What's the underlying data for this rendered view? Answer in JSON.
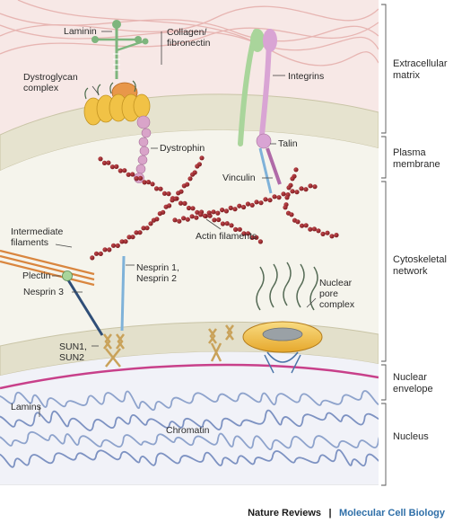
{
  "labels": {
    "laminin": "Laminin",
    "collagen_1": "Collagen/",
    "collagen_2": "fibronectin",
    "dystroglycan_1": "Dystroglycan",
    "dystroglycan_2": "complex",
    "integrins": "Integrins",
    "dystrophin": "Dystrophin",
    "talin": "Talin",
    "vinculin": "Vinculin",
    "intermediate_1": "Intermediate",
    "intermediate_2": "filaments",
    "actin": "Actin filaments",
    "plectin": "Plectin",
    "nesprin3": "Nesprin 3",
    "nesprin12_1": "Nesprin 1,",
    "nesprin12_2": "Nesprin 2",
    "nuclear_pore_1": "Nuclear",
    "nuclear_pore_2": "pore",
    "nuclear_pore_3": "complex",
    "sun_1": "SUN1,",
    "sun_2": "SUN2",
    "lamins": "Lamins",
    "chromatin": "Chromatin"
  },
  "regions": [
    {
      "line1": "Extracellular",
      "line2": "matrix"
    },
    {
      "line1": "Plasma",
      "line2": "membrane"
    },
    {
      "line1": "Cytoskeletal",
      "line2": "network"
    },
    {
      "line1": "Nuclear",
      "line2": "envelope"
    },
    {
      "line1": "Nucleus",
      "line2": ""
    }
  ],
  "credit": {
    "journal": "Nature Reviews",
    "separator": "|",
    "section": "Molecular Cell Biology"
  },
  "colors": {
    "ecm": "#f7e8e6",
    "collagen": "#e7b5b2",
    "membrane": "#e6e3cf",
    "cytoplasm": "#f5f4ec",
    "actin": "#a3272c",
    "dystrophin": "#d9a4c9",
    "dystroglycan": "#f1c246",
    "integrin": "#a9d59b",
    "integrin_b": "#d9a4d4",
    "nesprin": "#2f4e78",
    "nesprin_light": "#7fb2d9",
    "lamina": "#c8408a",
    "chromatin": "#8ea3cc",
    "pore": "#f1c246",
    "intermediate": "#d9863f",
    "laminin": "#7db57d"
  }
}
